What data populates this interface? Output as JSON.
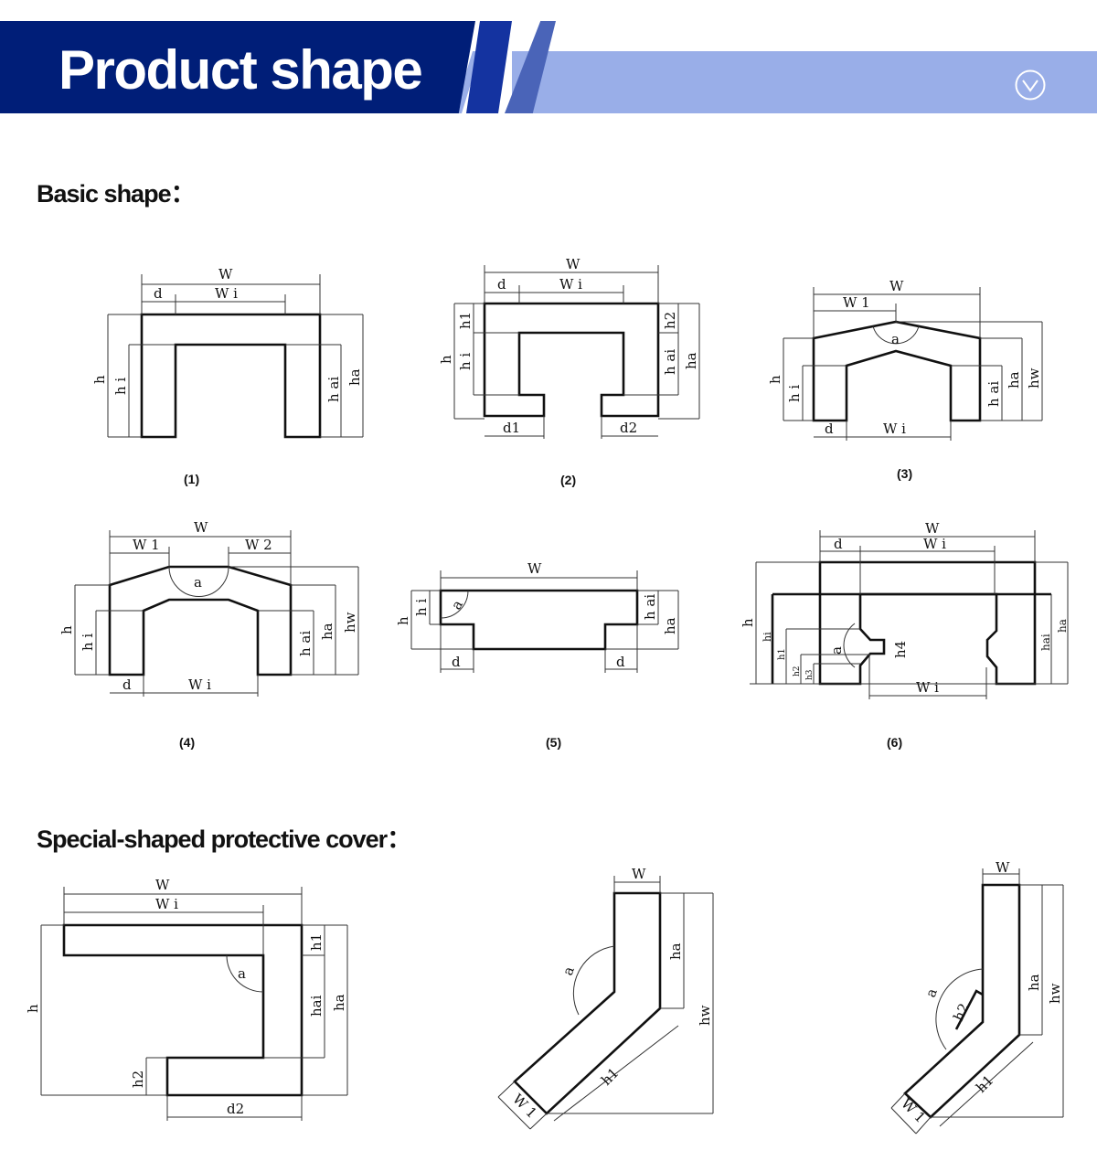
{
  "header": {
    "title": "Product shape",
    "icon": "chevron-down-circle-icon",
    "colors": {
      "dark": "#001e78",
      "light": "#99aee8"
    }
  },
  "sections": {
    "basic": "Basic shape：",
    "special": "Special-shaped protective cover："
  },
  "figures": [
    {
      "caption": "(1)",
      "labels": [
        "W",
        "d",
        "W i",
        "h",
        "h i",
        "h ai",
        "ha"
      ]
    },
    {
      "caption": "(2)",
      "labels": [
        "W",
        "d",
        "W i",
        "h1",
        "h",
        "h i",
        "h2",
        "h ai",
        "ha",
        "d1",
        "d2"
      ]
    },
    {
      "caption": "(3)",
      "labels": [
        "W",
        "W 1",
        "a",
        "h",
        "h i",
        "h ai",
        "ha",
        "hw",
        "d",
        "W i"
      ]
    },
    {
      "caption": "(4)",
      "labels": [
        "W",
        "W 1",
        "W 2",
        "a",
        "h",
        "h i",
        "h ai",
        "ha",
        "hw",
        "d",
        "W i"
      ]
    },
    {
      "caption": "(5)",
      "labels": [
        "W",
        "a",
        "h i",
        "h",
        "h ai",
        "ha",
        "d",
        "d"
      ]
    },
    {
      "caption": "(6)",
      "labels": [
        "W",
        "d",
        "W i",
        "h",
        "hi",
        "h1",
        "h2",
        "h3",
        "a",
        "h4",
        "hai",
        "ha",
        "W i"
      ]
    }
  ],
  "special": [
    {
      "labels": [
        "W",
        "W i",
        "h",
        "a",
        "h1",
        "hai",
        "ha",
        "h2",
        "d2"
      ]
    },
    {
      "labels": [
        "W",
        "a",
        "ha",
        "hw",
        "h1",
        "W 1"
      ]
    },
    {
      "labels": [
        "W",
        "a",
        "h2",
        "ha",
        "hw",
        "h1",
        "W 1"
      ]
    }
  ]
}
